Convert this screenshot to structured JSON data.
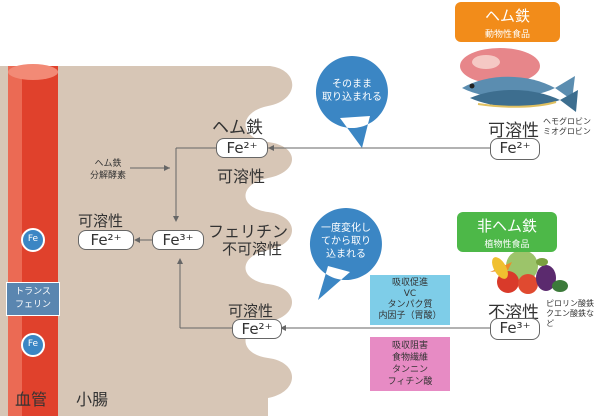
{
  "colors": {
    "intestine": "#d7c6b6",
    "vessel": "#e0412c",
    "heme_header": "#f28c1a",
    "nonheme_header": "#4db848",
    "bubble": "#3b86c4",
    "promote_box": "#7ecde8",
    "inhibit_box": "#e78bc4"
  },
  "labels": {
    "blood_vessel": "血管",
    "small_intestine": "小腸",
    "transferrin": "トランス\nフェリン",
    "fe_ball": "Fe",
    "heme_iron_mid": "ヘム鉄",
    "heme_enzyme": "ヘム鉄\n分解酵素",
    "soluble_left": "可溶性",
    "soluble_mid": "可溶性",
    "soluble_bottom": "可溶性",
    "soluble_right": "可溶性",
    "ferritin": "フェリチン",
    "insoluble_mid": "不可溶性",
    "insoluble_right": "不溶性",
    "fe2_left": "Fe²⁺",
    "fe3_mid": "Fe³⁺",
    "fe2_mid": "Fe²⁺",
    "fe2_bottom": "Fe²⁺",
    "fe2_right": "Fe²⁺",
    "fe3_right": "Fe³⁺"
  },
  "bubbles": {
    "direct": "そのまま\n取り込まれる",
    "changed": "一度変化し\nてから取り\n込まれる"
  },
  "heme_panel": {
    "title": "ヘム鉄",
    "subtitle": "動物性食品",
    "note": "ヘモグロビン\nミオグロビン"
  },
  "nonheme_panel": {
    "title": "非ヘム鉄",
    "subtitle": "植物性食品",
    "note": "ピロリン酸鉄\nクエン酸鉄など"
  },
  "absorption_promote": {
    "title": "吸収促進",
    "items": [
      "VC",
      "タンパク質",
      "内因子（胃酸）"
    ]
  },
  "absorption_inhibit": {
    "title": "吸収阻害",
    "items": [
      "食物繊維",
      "タンニン",
      "フィチン酸"
    ]
  }
}
